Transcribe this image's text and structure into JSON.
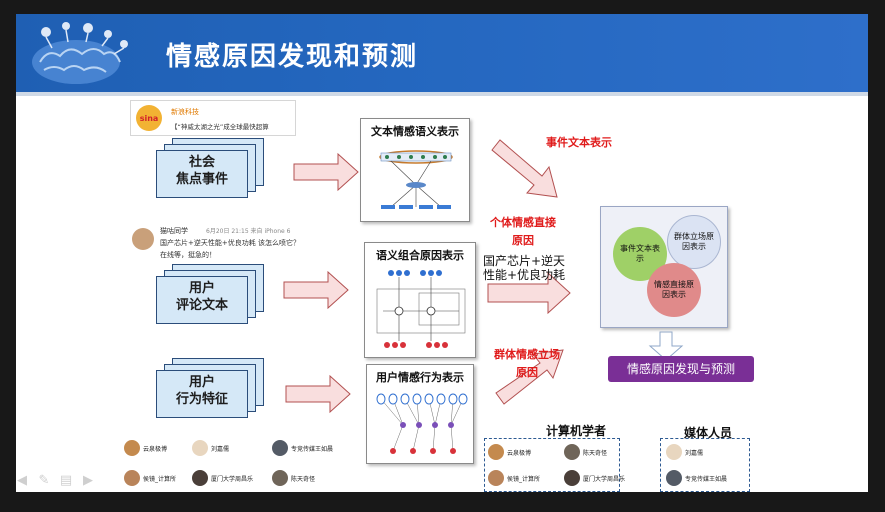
{
  "slide": {
    "title": "情感原因发现和预测"
  },
  "sina_card": {
    "logo_text": "sina",
    "account": "新浪科技",
    "text": "【“神威太湖之光”成全球最快超算"
  },
  "weibo_card": {
    "user": "猫咕同学",
    "meta": "6月20日 21:15 来自 iPhone 6",
    "text_line1": "国产芯片+逆天性能+优良功耗 该怎么喷它？",
    "text_line2": "在线等，挺急的！"
  },
  "sources": [
    {
      "line1": "社会",
      "line2": "焦点事件"
    },
    {
      "line1": "用户",
      "line2": "评论文本"
    },
    {
      "line1": "用户",
      "line2": "行为特征"
    }
  ],
  "representations": [
    "文本情感语义表示",
    "语义组合原因表示",
    "用户情感行为表示"
  ],
  "labels": {
    "event_text": "事件文本表示",
    "individual_line1": "个体情感直接",
    "individual_line2": "原因",
    "phrase_line1": "国产芯片+逆天",
    "phrase_line2": "性能+优良功耗",
    "group_line1": "群体情感立场",
    "group_line2": "原因"
  },
  "venn": {
    "event": "事件文本表示",
    "group": "群体立场原因表示",
    "individual": "情感直接原因表示"
  },
  "result": "情感原因发现与预测",
  "groups": {
    "cs": "计算机学者",
    "media": "媒体人员"
  },
  "people_bottom": [
    "云泉极博",
    "刘嘉儒",
    "专竞传媒王如晨",
    "侯镜_计算所",
    "厦门大学周昌乐",
    "陈天奇怪"
  ],
  "people_cs": [
    "云泉极博",
    "陈天奇怪",
    "侯镜_计算所",
    "厦门大学周昌乐"
  ],
  "people_media": [
    "刘嘉儒",
    "专竞传媒王如晨"
  ],
  "toolbar_icons": [
    "arrow-left-icon",
    "pen-icon",
    "menu-icon",
    "arrow-right-icon"
  ],
  "colors": {
    "banner": "#2467bf",
    "accent_red": "#e01b1b",
    "result_purple": "#7a2f96",
    "doc_fill": "#d5e8f7"
  }
}
